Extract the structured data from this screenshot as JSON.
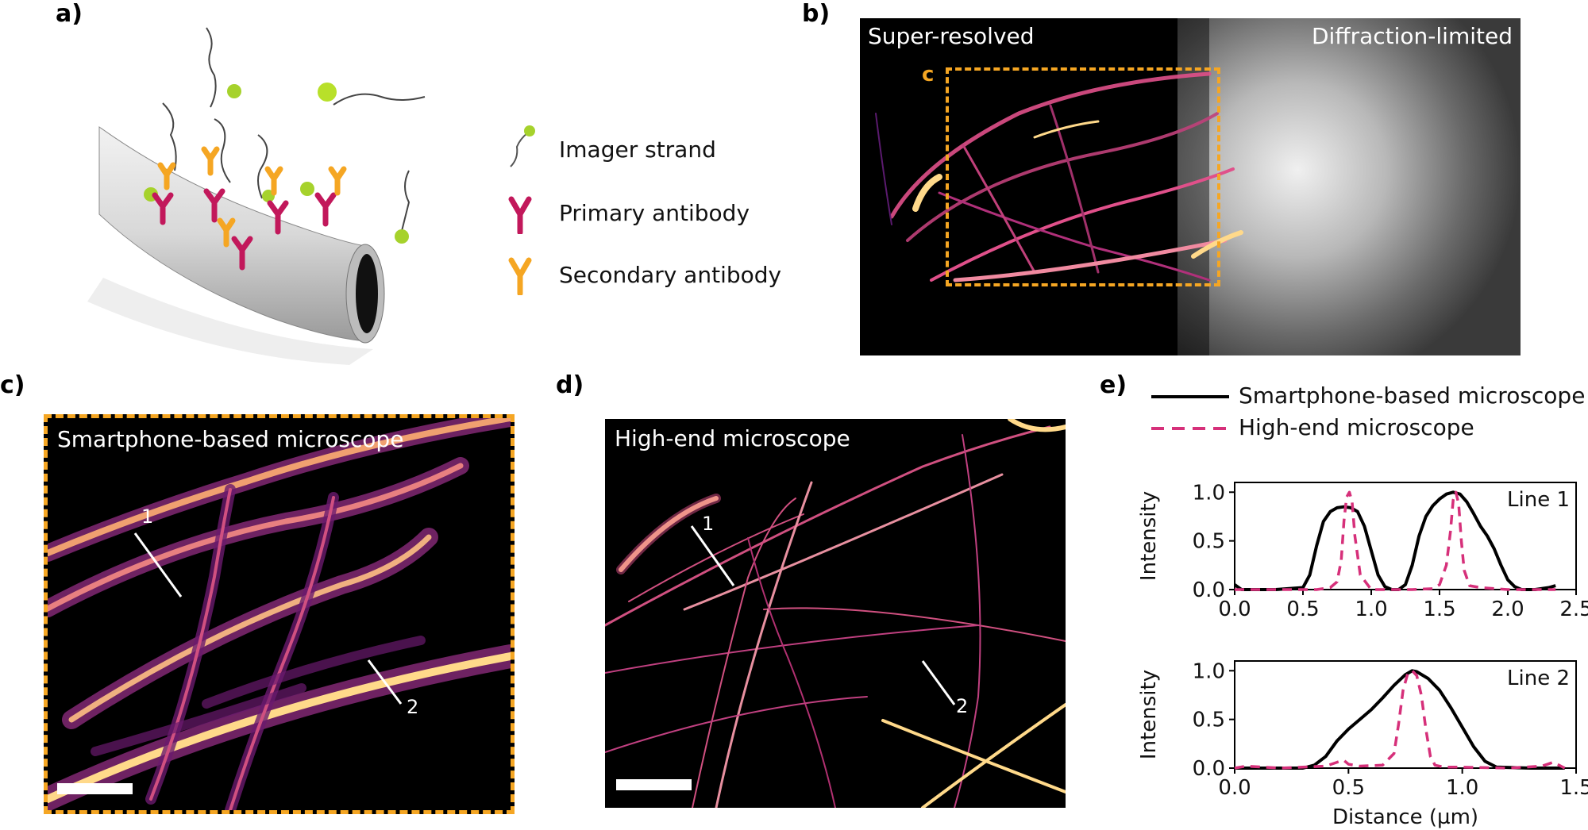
{
  "panels": {
    "a": {
      "label": "a)",
      "legend": [
        {
          "name": "imager",
          "text": "Imager strand"
        },
        {
          "name": "primary",
          "text": "Primary antibody"
        },
        {
          "name": "secondary",
          "text": "Secondary antibody"
        }
      ]
    },
    "b": {
      "label": "b)",
      "left_title": "Super-resolved",
      "right_title": "Diffraction-limited",
      "box_label": "c"
    },
    "c": {
      "label": "c)",
      "title": "Smartphone-based microscope",
      "line1": "1",
      "line2": "2"
    },
    "d": {
      "label": "d)",
      "title": "High-end microscope",
      "line1": "1",
      "line2": "2"
    },
    "e": {
      "label": "e)",
      "legend": [
        {
          "name": "smartphone",
          "text": "Smartphone-based microscope"
        },
        {
          "name": "highend",
          "text": "High-end microscope"
        }
      ]
    }
  },
  "colors": {
    "orange": "#f5a623",
    "magenta": "#c2185b",
    "smartphone_line": "#000000",
    "highend_line": "#d6307a",
    "inferno_hot": "#ffd98a",
    "inferno_mid": "#e0508a",
    "inferno_low": "#5a1a6e"
  },
  "chart_data": [
    {
      "type": "line",
      "panel": "e-line1",
      "annotation": "Line 1",
      "ylabel": "Intensity",
      "xlabel": "",
      "xlim": [
        0,
        2.5
      ],
      "ylim": [
        0,
        1.1
      ],
      "xticks": [
        0.0,
        0.5,
        1.0,
        1.5,
        2.0,
        2.5
      ],
      "yticks": [
        0.0,
        0.5,
        1.0
      ],
      "series": [
        {
          "name": "Smartphone-based microscope",
          "style": "solid",
          "x": [
            0.0,
            0.05,
            0.1,
            0.3,
            0.5,
            0.55,
            0.6,
            0.65,
            0.7,
            0.75,
            0.8,
            0.85,
            0.9,
            0.95,
            1.0,
            1.05,
            1.1,
            1.15,
            1.2,
            1.25,
            1.3,
            1.35,
            1.4,
            1.45,
            1.5,
            1.55,
            1.6,
            1.65,
            1.7,
            1.75,
            1.8,
            1.85,
            1.9,
            1.95,
            2.0,
            2.05,
            2.1,
            2.2,
            2.3,
            2.35
          ],
          "y": [
            0.05,
            0.0,
            0.0,
            0.0,
            0.02,
            0.15,
            0.45,
            0.7,
            0.8,
            0.84,
            0.85,
            0.84,
            0.8,
            0.65,
            0.4,
            0.15,
            0.03,
            0.0,
            0.0,
            0.05,
            0.25,
            0.55,
            0.75,
            0.86,
            0.93,
            0.98,
            1.0,
            0.98,
            0.9,
            0.78,
            0.65,
            0.55,
            0.42,
            0.25,
            0.1,
            0.03,
            0.0,
            0.0,
            0.02,
            0.04
          ]
        },
        {
          "name": "High-end microscope",
          "style": "dashed",
          "x": [
            0.0,
            0.3,
            0.6,
            0.7,
            0.75,
            0.78,
            0.8,
            0.82,
            0.84,
            0.86,
            0.88,
            0.92,
            1.0,
            1.3,
            1.45,
            1.5,
            1.55,
            1.58,
            1.6,
            1.62,
            1.64,
            1.66,
            1.68,
            1.72,
            1.8,
            2.0,
            2.2,
            2.35
          ],
          "y": [
            0.0,
            0.0,
            0.0,
            0.02,
            0.08,
            0.3,
            0.7,
            0.95,
            1.0,
            0.9,
            0.55,
            0.15,
            0.0,
            0.0,
            0.01,
            0.05,
            0.25,
            0.6,
            0.92,
            1.0,
            0.88,
            0.5,
            0.2,
            0.04,
            0.02,
            0.0,
            0.0,
            0.0
          ]
        }
      ]
    },
    {
      "type": "line",
      "panel": "e-line2",
      "annotation": "Line 2",
      "ylabel": "Intensity",
      "xlabel": "Distance (µm)",
      "xlim": [
        0,
        1.5
      ],
      "ylim": [
        0,
        1.1
      ],
      "xticks": [
        0.0,
        0.5,
        1.0,
        1.5
      ],
      "yticks": [
        0.0,
        0.5,
        1.0
      ],
      "series": [
        {
          "name": "Smartphone-based microscope",
          "style": "solid",
          "x": [
            0.0,
            0.1,
            0.3,
            0.35,
            0.4,
            0.45,
            0.5,
            0.55,
            0.6,
            0.65,
            0.7,
            0.75,
            0.78,
            0.8,
            0.85,
            0.9,
            0.95,
            1.0,
            1.05,
            1.1,
            1.15,
            1.3,
            1.45
          ],
          "y": [
            0.0,
            0.0,
            0.0,
            0.03,
            0.12,
            0.28,
            0.4,
            0.5,
            0.6,
            0.72,
            0.85,
            0.96,
            1.0,
            0.99,
            0.92,
            0.8,
            0.62,
            0.42,
            0.22,
            0.07,
            0.01,
            0.0,
            0.0
          ]
        },
        {
          "name": "High-end microscope",
          "style": "dashed",
          "x": [
            0.0,
            0.05,
            0.2,
            0.4,
            0.45,
            0.48,
            0.5,
            0.55,
            0.65,
            0.7,
            0.72,
            0.74,
            0.76,
            0.78,
            0.8,
            0.82,
            0.84,
            0.86,
            0.88,
            0.92,
            1.0,
            1.2,
            1.35,
            1.4,
            1.45
          ],
          "y": [
            0.0,
            0.02,
            0.0,
            0.02,
            0.06,
            0.08,
            0.04,
            0.02,
            0.03,
            0.15,
            0.45,
            0.8,
            0.97,
            1.0,
            0.95,
            0.75,
            0.4,
            0.12,
            0.03,
            0.01,
            0.01,
            0.0,
            0.02,
            0.06,
            0.0
          ]
        }
      ]
    }
  ]
}
